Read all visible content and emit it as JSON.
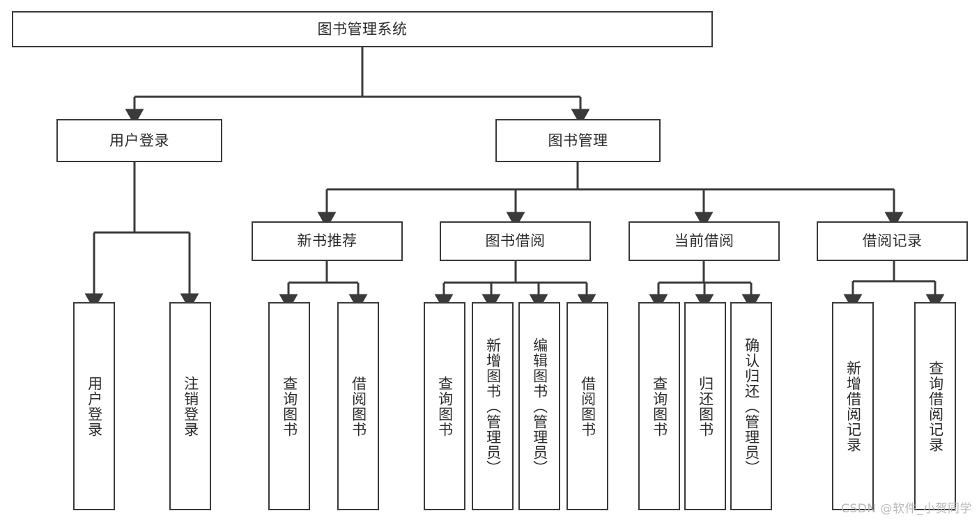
{
  "diagram": {
    "title": "图书管理系统",
    "type": "tree",
    "watermark": "CSDN @软件_小贺同学",
    "edge_color": "#3a3a3a",
    "box_border_color": "#3a3a3a",
    "box_fill_color": "#ffffff",
    "text_color": "#2b2b2b",
    "nodes": {
      "root": {
        "label": "图书管理系统",
        "orientation": "horizontal"
      },
      "user_login": {
        "label": "用户登录",
        "orientation": "horizontal"
      },
      "book_manage": {
        "label": "图书管理",
        "orientation": "horizontal"
      },
      "new_book_rec": {
        "label": "新书推荐",
        "orientation": "horizontal"
      },
      "book_borrow": {
        "label": "图书借阅",
        "orientation": "horizontal"
      },
      "current_borrow": {
        "label": "当前借阅",
        "orientation": "horizontal"
      },
      "borrow_record": {
        "label": "借阅记录",
        "orientation": "horizontal"
      },
      "leaf_user_login": {
        "label": "用户登录",
        "orientation": "vertical"
      },
      "leaf_logout": {
        "label": "注销登录",
        "orientation": "vertical"
      },
      "leaf_query_book_1": {
        "label": "查询图书",
        "orientation": "vertical"
      },
      "leaf_borrow_book_1": {
        "label": "借阅图书",
        "orientation": "vertical"
      },
      "leaf_query_book_2": {
        "label": "查询图书",
        "orientation": "vertical"
      },
      "leaf_add_book": {
        "label": "新增图书（管理员）",
        "orientation": "vertical"
      },
      "leaf_edit_book": {
        "label": "编辑图书（管理员）",
        "orientation": "vertical"
      },
      "leaf_borrow_book_2": {
        "label": "借阅图书",
        "orientation": "vertical"
      },
      "leaf_query_book_3": {
        "label": "查询图书",
        "orientation": "vertical"
      },
      "leaf_return_book": {
        "label": "归还图书",
        "orientation": "vertical"
      },
      "leaf_confirm_return": {
        "label": "确认归还（管理员）",
        "orientation": "vertical"
      },
      "leaf_add_record": {
        "label": "新增借阅记录",
        "orientation": "vertical"
      },
      "leaf_query_record": {
        "label": "查询借阅记录",
        "orientation": "vertical"
      }
    },
    "hierarchy": [
      {
        "parent": "root",
        "children": [
          "user_login",
          "book_manage"
        ]
      },
      {
        "parent": "user_login",
        "children": [
          "leaf_user_login",
          "leaf_logout"
        ]
      },
      {
        "parent": "book_manage",
        "children": [
          "new_book_rec",
          "book_borrow",
          "current_borrow",
          "borrow_record"
        ]
      },
      {
        "parent": "new_book_rec",
        "children": [
          "leaf_query_book_1",
          "leaf_borrow_book_1"
        ]
      },
      {
        "parent": "book_borrow",
        "children": [
          "leaf_query_book_2",
          "leaf_add_book",
          "leaf_edit_book",
          "leaf_borrow_book_2"
        ]
      },
      {
        "parent": "current_borrow",
        "children": [
          "leaf_query_book_3",
          "leaf_return_book",
          "leaf_confirm_return"
        ]
      },
      {
        "parent": "borrow_record",
        "children": [
          "leaf_add_record",
          "leaf_query_record"
        ]
      }
    ]
  }
}
